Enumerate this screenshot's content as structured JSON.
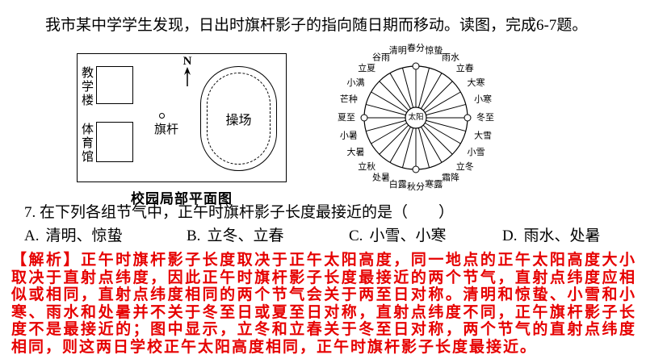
{
  "intro": "我市某中学学生发现，日出时旗杆影子的指向随日期而移动。读图，完成6-7题。",
  "plan_diagram": {
    "caption": "校园局部平面图",
    "north_label": "N",
    "teaching_building": "教学楼",
    "gym": "体育馆",
    "flagpole": "旗杆",
    "playground": "操场"
  },
  "solar_wheel": {
    "center_label": "太阳",
    "terms_clockwise_from_top": [
      "春分",
      "惊蛰",
      "雨水",
      "立春",
      "大寒",
      "小寒",
      "冬至",
      "大雪",
      "小雪",
      "立冬",
      "霜降",
      "寒露",
      "秋分",
      "白露",
      "处暑",
      "立秋",
      "大暑",
      "小暑",
      "夏至",
      "芒种",
      "小满",
      "立夏",
      "谷雨",
      "清明"
    ]
  },
  "question": {
    "number": "7.",
    "text": "在下列各组节气中，正午时旗杆影子长度最接近的是（　　）",
    "options": [
      {
        "label": "A.",
        "text": "清明、惊蛰"
      },
      {
        "label": "B.",
        "text": "立冬、立春"
      },
      {
        "label": "C.",
        "text": "小雪、小寒"
      },
      {
        "label": "D.",
        "text": "雨水、处暑"
      }
    ]
  },
  "analysis": {
    "tag": "【解析】",
    "text": "正午时旗杆影子长度取决于正午太阳高度，同一地点的正午太阳高度大小取决于直射点纬度，因此正午时旗杆影子长度最接近的两个节气，直射点纬度应相似或相同，直射点纬度相同的两个节气会关于两至日对称。清明和惊蛰、小雪和小寒、雨水和处暑并不关于冬至日或夏至日对称，直射点纬度不同，正午旗杆影子长度不是最接近的；图中显示，立冬和立春关于冬至日对称，两个节气的直射点纬度相同，则这两日学校正午太阳高度相同，正午时旗杆影子长度最接近。",
    "color": "#e60000"
  }
}
